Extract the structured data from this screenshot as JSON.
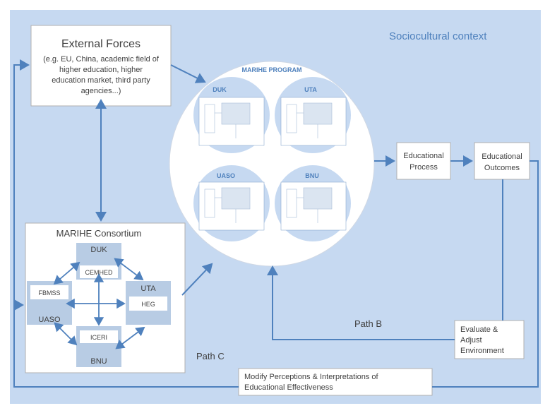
{
  "context": {
    "label": "Sociocultural context"
  },
  "external_forces": {
    "title": "External Forces",
    "lines": [
      "(e.g. EU, China, academic field of",
      "higher education, higher",
      "education market, third party",
      "agencies...)"
    ]
  },
  "program": {
    "title": "MARIHE PROGRAM",
    "quadrants": [
      "DUK",
      "UTA",
      "UASO",
      "BNU"
    ]
  },
  "consortium": {
    "title": "MARIHE Consortium",
    "partners": {
      "top": "DUK",
      "right": "UTA",
      "left": "UASO",
      "bottom": "BNU"
    },
    "institutes": {
      "top": "CEMHED",
      "right": "HEG",
      "left": "FBMSS",
      "bottom": "ICERI"
    }
  },
  "process": {
    "lines": [
      "Educational",
      "Process"
    ]
  },
  "outcomes": {
    "lines": [
      "Educational",
      "Outcomes"
    ]
  },
  "evaluate": {
    "lines": [
      "Evaluate &",
      "Adjust",
      "Environment"
    ]
  },
  "modify": {
    "lines": [
      "Modify Perceptions & Interpretations of",
      "Educational Effectiveness"
    ]
  },
  "paths": {
    "b": "Path B",
    "c": "Path C"
  },
  "colors": {
    "background": "#c6d9f1",
    "arrow": "#4f81bd",
    "text": "#404040",
    "label_blue": "#4f81bd",
    "partner_box": "#b8cce4",
    "circle_fill": "#ffffff",
    "quad_fill": "#c6d9f1"
  }
}
